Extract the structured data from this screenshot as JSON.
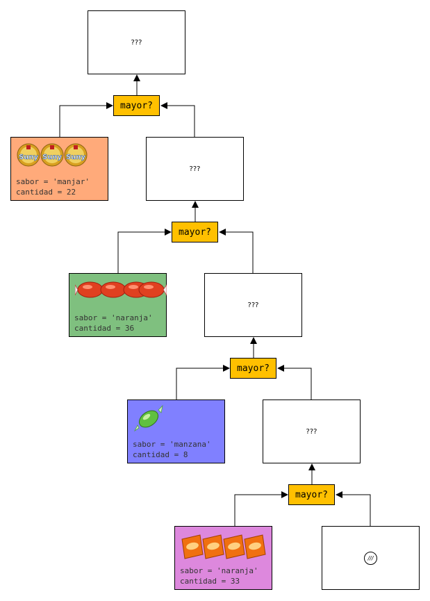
{
  "colors": {
    "compare_fill": "#ffc000",
    "candy_1": "#ffaa7a",
    "candy_2": "#7fc07f",
    "candy_3": "#8080ff",
    "candy_4": "#dd88dd"
  },
  "results": [
    {
      "text": "???"
    },
    {
      "text": "???"
    },
    {
      "text": "???"
    },
    {
      "text": "???"
    }
  ],
  "compare_label": "mayor?",
  "null_symbol": "///",
  "candies": [
    {
      "sabor_line": "sabor = 'manjar'",
      "cantidad_line": "cantidad = 22",
      "picture": "suny-candy-icon"
    },
    {
      "sabor_line": "sabor = 'naranja'",
      "cantidad_line": "cantidad = 36",
      "picture": "red-wrapped-candy-icon"
    },
    {
      "sabor_line": "sabor = 'manzana'",
      "cantidad_line": "cantidad = 8",
      "picture": "green-wrapped-candy-icon"
    },
    {
      "sabor_line": "sabor = 'naranja'",
      "cantidad_line": "cantidad = 33",
      "picture": "orange-chocolate-bar-icon"
    }
  ]
}
